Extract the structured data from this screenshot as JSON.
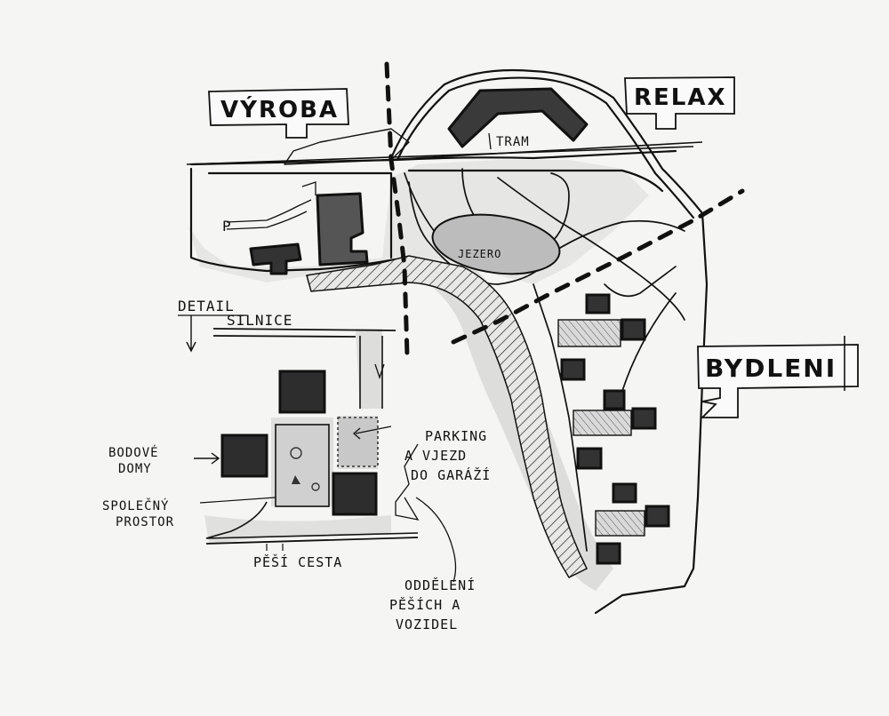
{
  "zones": {
    "vyroba": "VÝROBA",
    "relax": "RELAX",
    "bydleni": "BYDLENI"
  },
  "features": {
    "tram": "TRAM",
    "jezero": "JEZERO",
    "parking_icon": "P"
  },
  "detail": {
    "title": "DETAIL",
    "road": "SILNICE",
    "bodove_line1": "BODOVÉ",
    "bodove_line2": "DOMY",
    "spolecny_line1": "SPOLEČNÝ",
    "spolecny_line2": "PROSTOR",
    "parking_line1": "PARKING",
    "parking_line2": "A VJEZD",
    "parking_line3": "DO GARÁŽÍ",
    "pesi_cesta": "PĚŠÍ CESTA",
    "oddeleni_line1": "ODDĚLENÍ",
    "oddeleni_line2": "PĚŠÍCH A",
    "oddeleni_line3": "VOZIDEL"
  },
  "colors": {
    "ink": "#111111",
    "building_fill": "#4a4a4a",
    "grey_marker": "#bdbdbd",
    "light_grey": "#d6d6d6",
    "paper": "#f5f5f3"
  }
}
